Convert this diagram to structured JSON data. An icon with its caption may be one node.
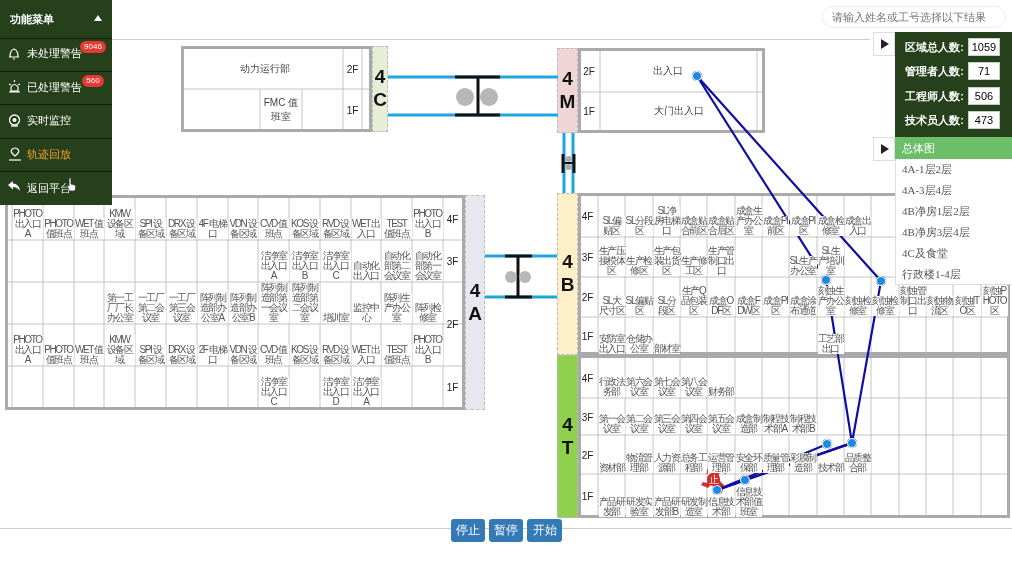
{
  "diagram": {
    "nodes": [
      {
        "text": [],
        "shape": "circle"
      },
      {
        "text": [],
        "shape": "circle"
      },
      {
        "text": [],
        "shape": "circle"
      },
      {
        "text": [],
        "shape": "circle"
      },
      {
        "text": [],
        "shape": "circle"
      },
      {
        "text": [],
        "shape": "circle"
      },
      {
        "text": [],
        "shape": "circle"
      }
    ],
    "edges": [
      {
        "from": 0,
        "to": 1,
        "arrow": "none"
      },
      {
        "from": 0,
        "to": 2,
        "arrow": "none"
      },
      {
        "from": 1,
        "to": 4,
        "arrow": "none"
      },
      {
        "from": 2,
        "to": 4,
        "arrow": "none"
      },
      {
        "from": 4,
        "to": 5,
        "arrow": "none"
      },
      {
        "from": 4,
        "to": 6,
        "arrow": "none"
      },
      {
        "from": 3,
        "to": 5,
        "arrow": "none"
      },
      {
        "from": 6,
        "to": 5,
        "arrow": "none"
      }
    ],
    "labels": [
      "功能菜单",
      "未处理警告",
      "9046",
      "已处理警告",
      "560",
      "实时监控",
      "轨迹回放",
      "返回平台",
      "请输入姓名或工号选择以下结果",
      "区域总人数:",
      "1059",
      "管理者人数:",
      "71",
      "工程师人数:",
      "506",
      "技术员人数:",
      "473",
      "总体图",
      "4A-1层2层",
      "4A-3层4层",
      "4B净房1层2层",
      "4B净房3层4层",
      "4C及食堂",
      "行政楼1-4层",
      "动力运行部",
      "2F",
      "FMC 值班室",
      "1F",
      "4 C",
      "4 M",
      "2F",
      "出入口",
      "1F",
      "大门出入口",
      "PHOTO出入口A",
      "PHOTO值班点",
      "WET 值班点",
      "KMW 设备区域",
      "SPI 设备区域",
      "DRX 设备区域",
      "4F 电梯口",
      "VDN 设备区域",
      "CVD 值班点",
      "KOS 设备区域",
      "RVD 设备区域",
      "WET 出入口",
      "TEST 值班点",
      "PHOTO 出入口B",
      "4F",
      "洁净室出入口A",
      "洁净室出入口B",
      "洁净室出入口C",
      "自动化出入口",
      "自动化部第二会议室",
      "自动化部第一会议室",
      "3F",
      "第一工厂厂长办公室",
      "一工厂第二会议室",
      "一工厂第三会议室",
      "阵列制造部办公室A",
      "阵列制造部办公室B",
      "阵列制造部第一会议室",
      "阵列制造部第二会议室",
      "培训室",
      "监控中心",
      "阵列生产办公室",
      "阵列检修室",
      "2F",
      "PHOTO出入口A",
      "PHOTO值班点",
      "WET 值班点",
      "KMW 设备区域",
      "SPI 设备区域",
      "DRX 设备区域",
      "2F 电梯口",
      "VDN 设备区域",
      "CVD 值班点",
      "KOS 设备区域",
      "RVD 设备区域",
      "WET 出入口",
      "TEST 值班点",
      "PHOTO 出入口B",
      "洁净室出入口C",
      "洁净室出入口D",
      "洁净室出入口A",
      "1F",
      "4 A",
      "4 B",
      "4F",
      "SL偏贴区",
      "SL分段区",
      "SL净房电梯口",
      "成盒贴合前区",
      "成盒贴合后区",
      "成盒生产办公室",
      "成盒PI前区",
      "成盒PI区",
      "成盒检修室",
      "成盒出入口",
      "3F",
      "生产压接模体区",
      "生产检修区",
      "生产包装出货区",
      "生产修工区",
      "生产管制口出口",
      "SL生产办公室",
      "SL生产培训室",
      "2F",
      "SL大尺寸区",
      "SL偏贴区",
      "SL分段区",
      "生产Q品包装区",
      "成盒ODF区",
      "成盒FDW区",
      "成盒PI区",
      "成盒涂布通道",
      "刻蚀生产办公室",
      "刻蚀检修室",
      "刻蚀检修室",
      "刻蚀管制口出口",
      "刻蚀物流区",
      "刻蚀ITO区",
      "刻蚀PHOTO区",
      "1F",
      "安防室出入口",
      "仓储办公室",
      "部材室",
      "工艺部出口",
      "4 T",
      "4F",
      "行政法务部",
      "第六会议室",
      "第七会议室",
      "第八会议室",
      "财务部",
      "3F",
      "第一会议室",
      "第二会议室",
      "第三会议室",
      "第四会议室",
      "第五会议室",
      "成盒制造部",
      "制程技术部A",
      "制程技术部B",
      "2F",
      "资材部",
      "物流管理部",
      "人力资源部",
      "总务工程部",
      "运营管理部",
      "安全环保部",
      "质量管理部",
      "彩膜制造部",
      "技术部",
      "品质整合部",
      "1F",
      "产品研发部",
      "研发实验室",
      "产品研发部B",
      "研发制造室",
      "信息技术部",
      "信息技术部值班室",
      "停止",
      "暂停",
      "开始",
      "止"
    ]
  }
}
